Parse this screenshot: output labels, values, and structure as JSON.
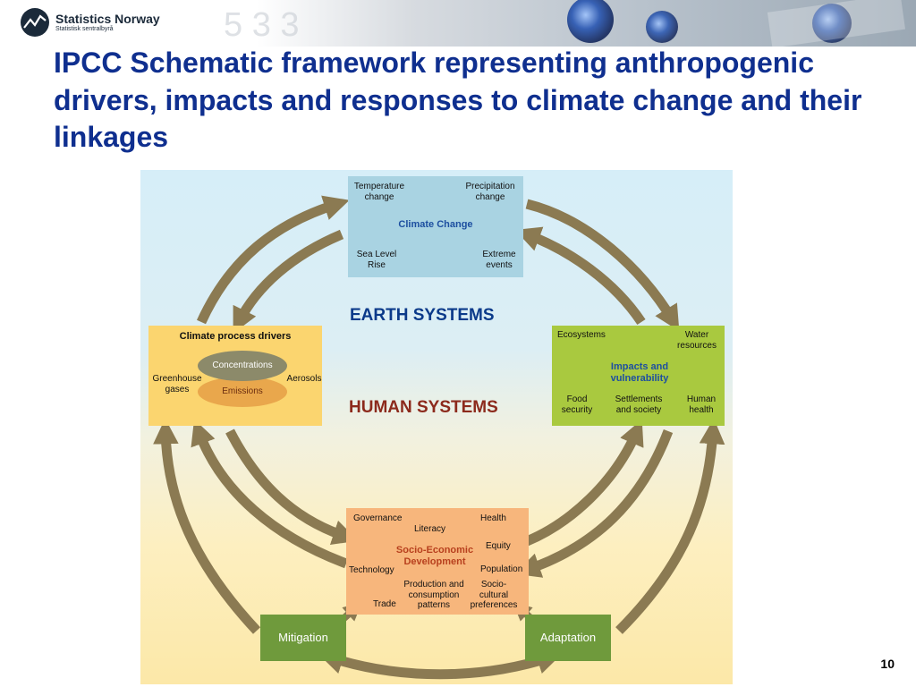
{
  "header": {
    "org_name": "Statistics Norway",
    "org_subtitle": "Statistisk sentralbyrå"
  },
  "slide": {
    "title": "IPCC Schematic framework representing anthropogenic drivers, impacts and responses to climate change and their linkages",
    "page_number": "10"
  },
  "diagram": {
    "climate_change": {
      "title": "Climate Change",
      "temperature": "Temperature change",
      "precipitation": "Precipitation change",
      "sea_level": "Sea Level Rise",
      "extreme": "Extreme events"
    },
    "earth_systems": "EARTH SYSTEMS",
    "human_systems": "HUMAN SYSTEMS",
    "drivers": {
      "title": "Climate process drivers",
      "concentrations": "Concentrations",
      "emissions": "Emissions",
      "greenhouse": "Greenhouse gases",
      "aerosols": "Aerosols"
    },
    "impacts": {
      "title": "Impacts and vulnerability",
      "ecosystems": "Ecosystems",
      "water": "Water resources",
      "food": "Food security",
      "settlements": "Settlements and society",
      "health": "Human health"
    },
    "socio": {
      "title": "Socio-Economic Development",
      "governance": "Governance",
      "literacy": "Literacy",
      "health": "Health",
      "equity": "Equity",
      "technology": "Technology",
      "population": "Population",
      "production": "Production and consumption patterns",
      "socio_cultural": "Socio-cultural preferences",
      "trade": "Trade"
    },
    "mitigation": "Mitigation",
    "adaptation": "Adaptation"
  },
  "colors": {
    "title_blue": "#0f2f8f",
    "arrow": "#8b7a52",
    "climate_box": "#a9d3e2",
    "drivers_box": "#fbd56f",
    "impacts_box": "#a9c93f",
    "socio_box": "#f7b67c",
    "response_box": "#6f9a3c",
    "earth_label": "#0b3a8a",
    "human_label": "#8c2a1c"
  }
}
